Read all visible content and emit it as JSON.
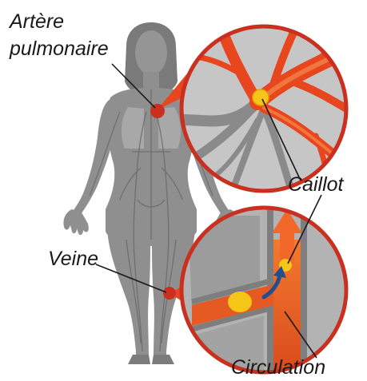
{
  "labels": {
    "artery_line1": "Artère",
    "artery_line2": "pulmonaire",
    "clot": "Caillot",
    "vein": "Veine",
    "circulation": "Circulation"
  },
  "colors": {
    "body": "#8f8f8f",
    "body_detail": "#6e6e6e",
    "vessel_red": "#e8461e",
    "vessel_orange": "#f26a2b",
    "lens_border": "#c9301f",
    "lens_bg": "#bdbdbd",
    "clot_yellow": "#f5c518",
    "arrow_blue": "#1f4f8f",
    "text": "#1a1a1a"
  }
}
